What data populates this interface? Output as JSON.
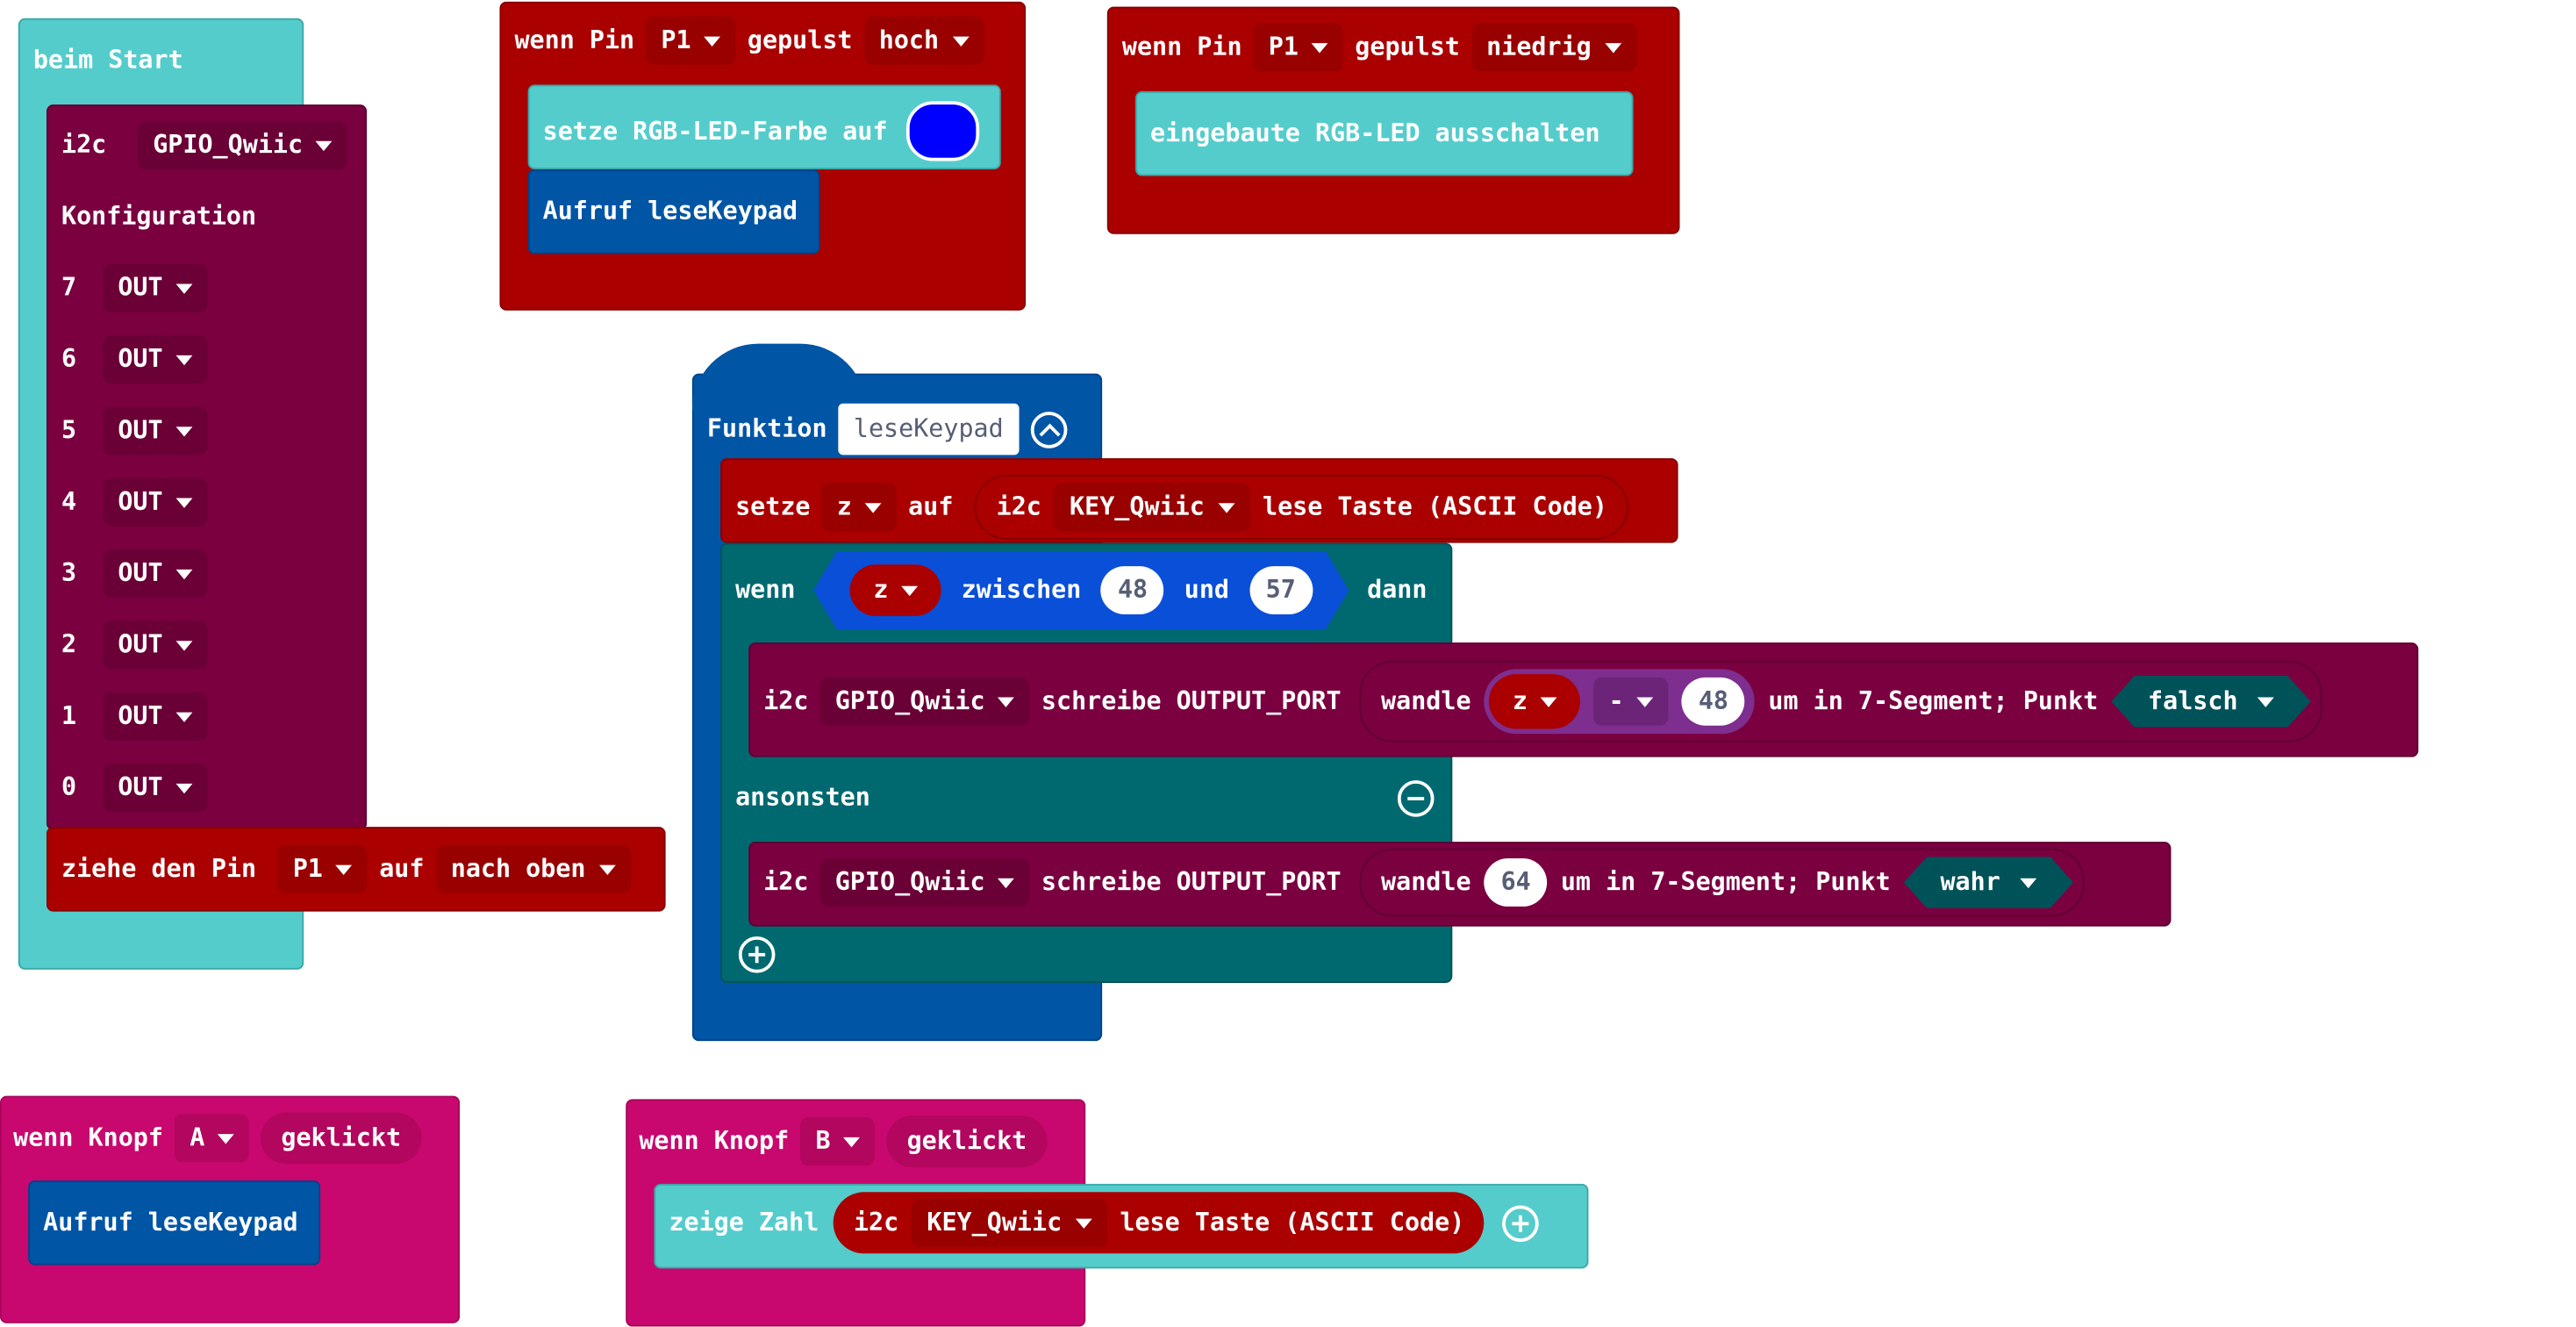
{
  "beim_start": {
    "hat": "beim Start",
    "i2c_config": {
      "label": "i2c",
      "device": "GPIO_Qwiic",
      "config_label": "Konfiguration",
      "pins": [
        {
          "n": "7",
          "v": "OUT"
        },
        {
          "n": "6",
          "v": "OUT"
        },
        {
          "n": "5",
          "v": "OUT"
        },
        {
          "n": "4",
          "v": "OUT"
        },
        {
          "n": "3",
          "v": "OUT"
        },
        {
          "n": "2",
          "v": "OUT"
        },
        {
          "n": "1",
          "v": "OUT"
        },
        {
          "n": "0",
          "v": "OUT"
        }
      ]
    },
    "pull": {
      "label": "ziehe den Pin",
      "pin": "P1",
      "auf": "auf",
      "mode": "nach oben"
    }
  },
  "pin_high": {
    "wenn_pin": "wenn Pin",
    "pin": "P1",
    "gepulst": "gepulst",
    "level": "hoch",
    "set_color": "setze RGB-LED-Farbe auf",
    "color": "#0000ff",
    "call": "Aufruf leseKeypad"
  },
  "pin_low": {
    "wenn_pin": "wenn Pin",
    "pin": "P1",
    "gepulst": "gepulst",
    "level": "niedrig",
    "off": "eingebaute RGB-LED ausschalten"
  },
  "function": {
    "label": "Funktion",
    "name": "leseKeypad",
    "set": {
      "setze": "setze",
      "var": "z",
      "auf": "auf",
      "i2c": "i2c",
      "device": "KEY_Qwiic",
      "read": "lese Taste (ASCII Code)"
    },
    "if": {
      "wenn": "wenn",
      "var": "z",
      "zwischen": "zwischen",
      "low": "48",
      "und": "und",
      "high": "57",
      "dann": "dann"
    },
    "write1": {
      "i2c": "i2c",
      "device": "GPIO_Qwiic",
      "cmd": "schreibe OUTPUT_PORT",
      "wandle": "wandle",
      "var": "z",
      "op": "-",
      "num": "48",
      "rest": "um in 7-Segment; Punkt",
      "bool": "falsch"
    },
    "else": "ansonsten",
    "write2": {
      "i2c": "i2c",
      "device": "GPIO_Qwiic",
      "cmd": "schreibe OUTPUT_PORT",
      "wandle": "wandle",
      "num": "64",
      "rest": "um in 7-Segment; Punkt",
      "bool": "wahr"
    }
  },
  "button_a": {
    "wenn_knopf": "wenn Knopf",
    "btn": "A",
    "geklickt": "geklickt",
    "call": "Aufruf leseKeypad"
  },
  "button_b": {
    "wenn_knopf": "wenn Knopf",
    "btn": "B",
    "geklickt": "geklickt",
    "show": "zeige Zahl",
    "i2c": "i2c",
    "device": "KEY_Qwiic",
    "read": "lese Taste (ASCII Code)"
  },
  "colors": {
    "start": "#55cccc",
    "i2c": "#7a0040",
    "pins": "#aa0000",
    "function": "#0055a5",
    "logic": "#006970",
    "button": "#c8086e",
    "variable": "#aa0000"
  }
}
